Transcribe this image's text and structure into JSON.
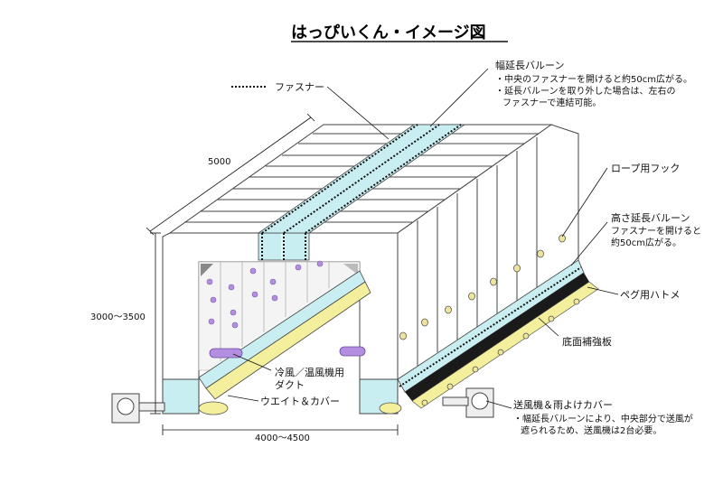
{
  "title": "はっぴいくん・イメージ図",
  "legend": {
    "fastener": "ファスナー"
  },
  "labels": {
    "width_balloon_title": "幅延長バルーン",
    "width_balloon_note1": "・中央のファスナーを開けると約50cm広がる。",
    "width_balloon_note2": "・延長バルーンを取り外した場合は、左右の",
    "width_balloon_note3": "ファスナーで連結可能。",
    "rope_hook": "ロープ用フック",
    "height_balloon_title": "高さ延長バルーン",
    "height_balloon_note1": "ファスナーを開けると",
    "height_balloon_note2": "約50cm広がる。",
    "peg_grommet": "ペグ用ハトメ",
    "bottom_plate": "底面補強板",
    "duct1": "冷風／温風機用",
    "duct2": "ダクト",
    "weight": "ウエイト＆カバー",
    "blower_title": "送風機＆雨よけカバー",
    "blower_note1": "・幅延長バルーンにより、中央部分で送風が",
    "blower_note2": "遮られるため、送風機は2台必要。"
  },
  "dimensions": {
    "depth": "5000",
    "height": "3000～3500",
    "width": "4000～4500"
  },
  "colors": {
    "frame": "#ffffff",
    "outline": "#444444",
    "cyan": "#c9eef2",
    "yellow": "#f3ef9c",
    "purple": "#b48ee0",
    "bottom": "#1a1a1a",
    "grommet": "#efe59a"
  }
}
